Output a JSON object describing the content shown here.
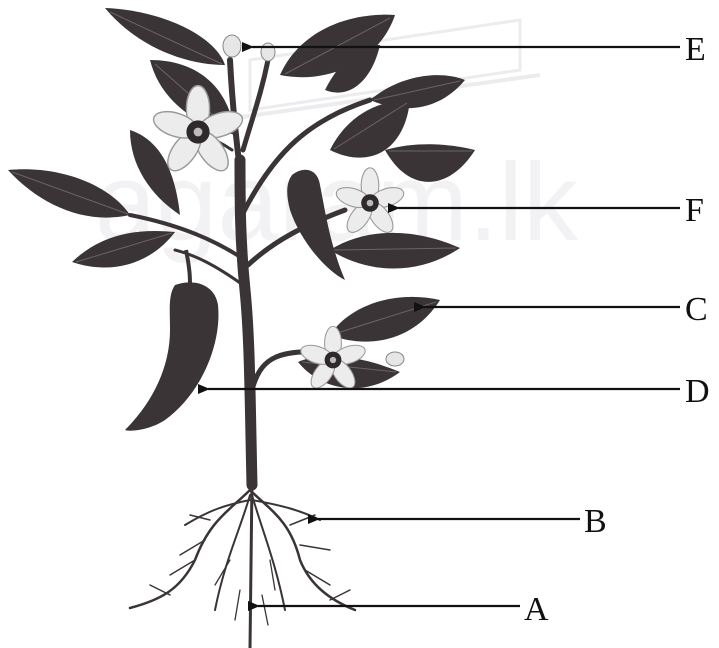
{
  "watermark": {
    "text": "agaram.lk",
    "logo": "laptop-logo-icon"
  },
  "labels": [
    {
      "key": "E",
      "text": "E"
    },
    {
      "key": "F",
      "text": "F"
    },
    {
      "key": "C",
      "text": "C"
    },
    {
      "key": "D",
      "text": "D"
    },
    {
      "key": "B",
      "text": "B"
    },
    {
      "key": "A",
      "text": "A"
    }
  ],
  "colors": {
    "plant": "#3a3436",
    "leaf_vein": "#6a6466",
    "petal": "#e9e9e9",
    "arrow": "#111111"
  }
}
